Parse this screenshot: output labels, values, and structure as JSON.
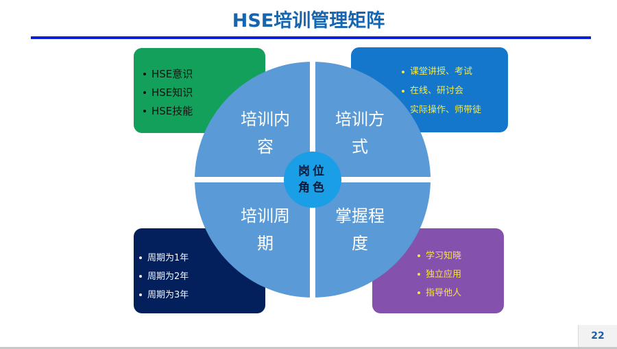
{
  "slide": {
    "title": "HSE培训管理矩阵",
    "page_number": "22"
  },
  "colors": {
    "title": "#1565b0",
    "title_rule": "#0a1fd6",
    "content_box": "#12a05a",
    "method_box": "#1577cc",
    "cycle_box": "#03205c",
    "mastery_box": "#8451ad",
    "wheel_quadrant": "#5a9ad6",
    "hub": "#1a9ee6"
  },
  "wheel": {
    "hub_line1": "岗位",
    "hub_line2": "角色",
    "quadrants": [
      {
        "id": "content",
        "line1": "培训内",
        "line2": "容"
      },
      {
        "id": "method",
        "line1": "培训方",
        "line2": "式"
      },
      {
        "id": "cycle",
        "line1": "培训周",
        "line2": "期"
      },
      {
        "id": "mastery",
        "line1": "掌握程",
        "line2": "度"
      }
    ]
  },
  "boxes": {
    "content": {
      "items": [
        "HSE意识",
        "HSE知识",
        "HSE技能"
      ]
    },
    "method": {
      "items": [
        "课堂讲授、考试",
        "在线、研讨会",
        "实际操作、师带徒"
      ]
    },
    "cycle": {
      "items": [
        "周期为1年",
        "周期为2年",
        "周期为3年"
      ]
    },
    "mastery": {
      "items": [
        "学习知晓",
        "独立应用",
        "指导他人"
      ]
    }
  }
}
